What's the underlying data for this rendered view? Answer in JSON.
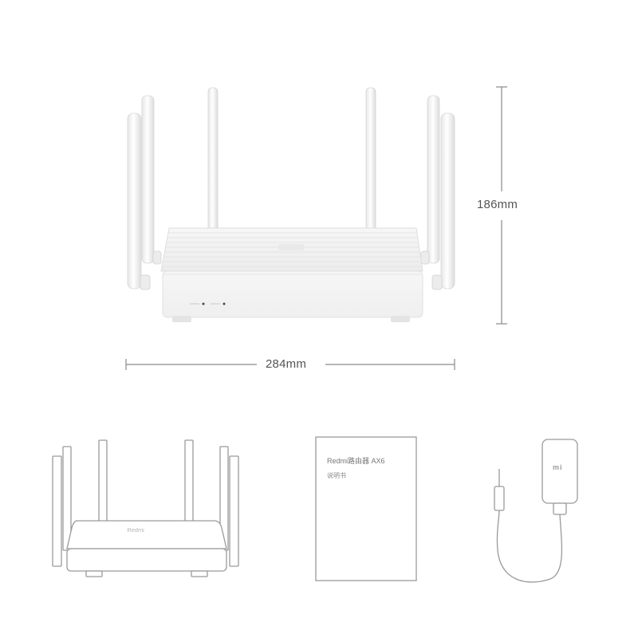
{
  "product": {
    "height_label": "186mm",
    "width_label": "284mm"
  },
  "contents": {
    "router_outline_brand": "Redmi",
    "manual": {
      "title": "Redmi路由器 AX6",
      "subtitle": "说明书"
    },
    "adapter_logo": "mi"
  },
  "colors": {
    "router_body": "#f4f4f4",
    "router_shadow": "#e2e2e2",
    "outline_stroke": "#9a9a9a",
    "dimension_line": "#8a8a8a",
    "text": "#555555"
  },
  "icons": [
    "router-photo-icon",
    "router-outline-icon",
    "manual-icon",
    "power-adapter-icon"
  ]
}
